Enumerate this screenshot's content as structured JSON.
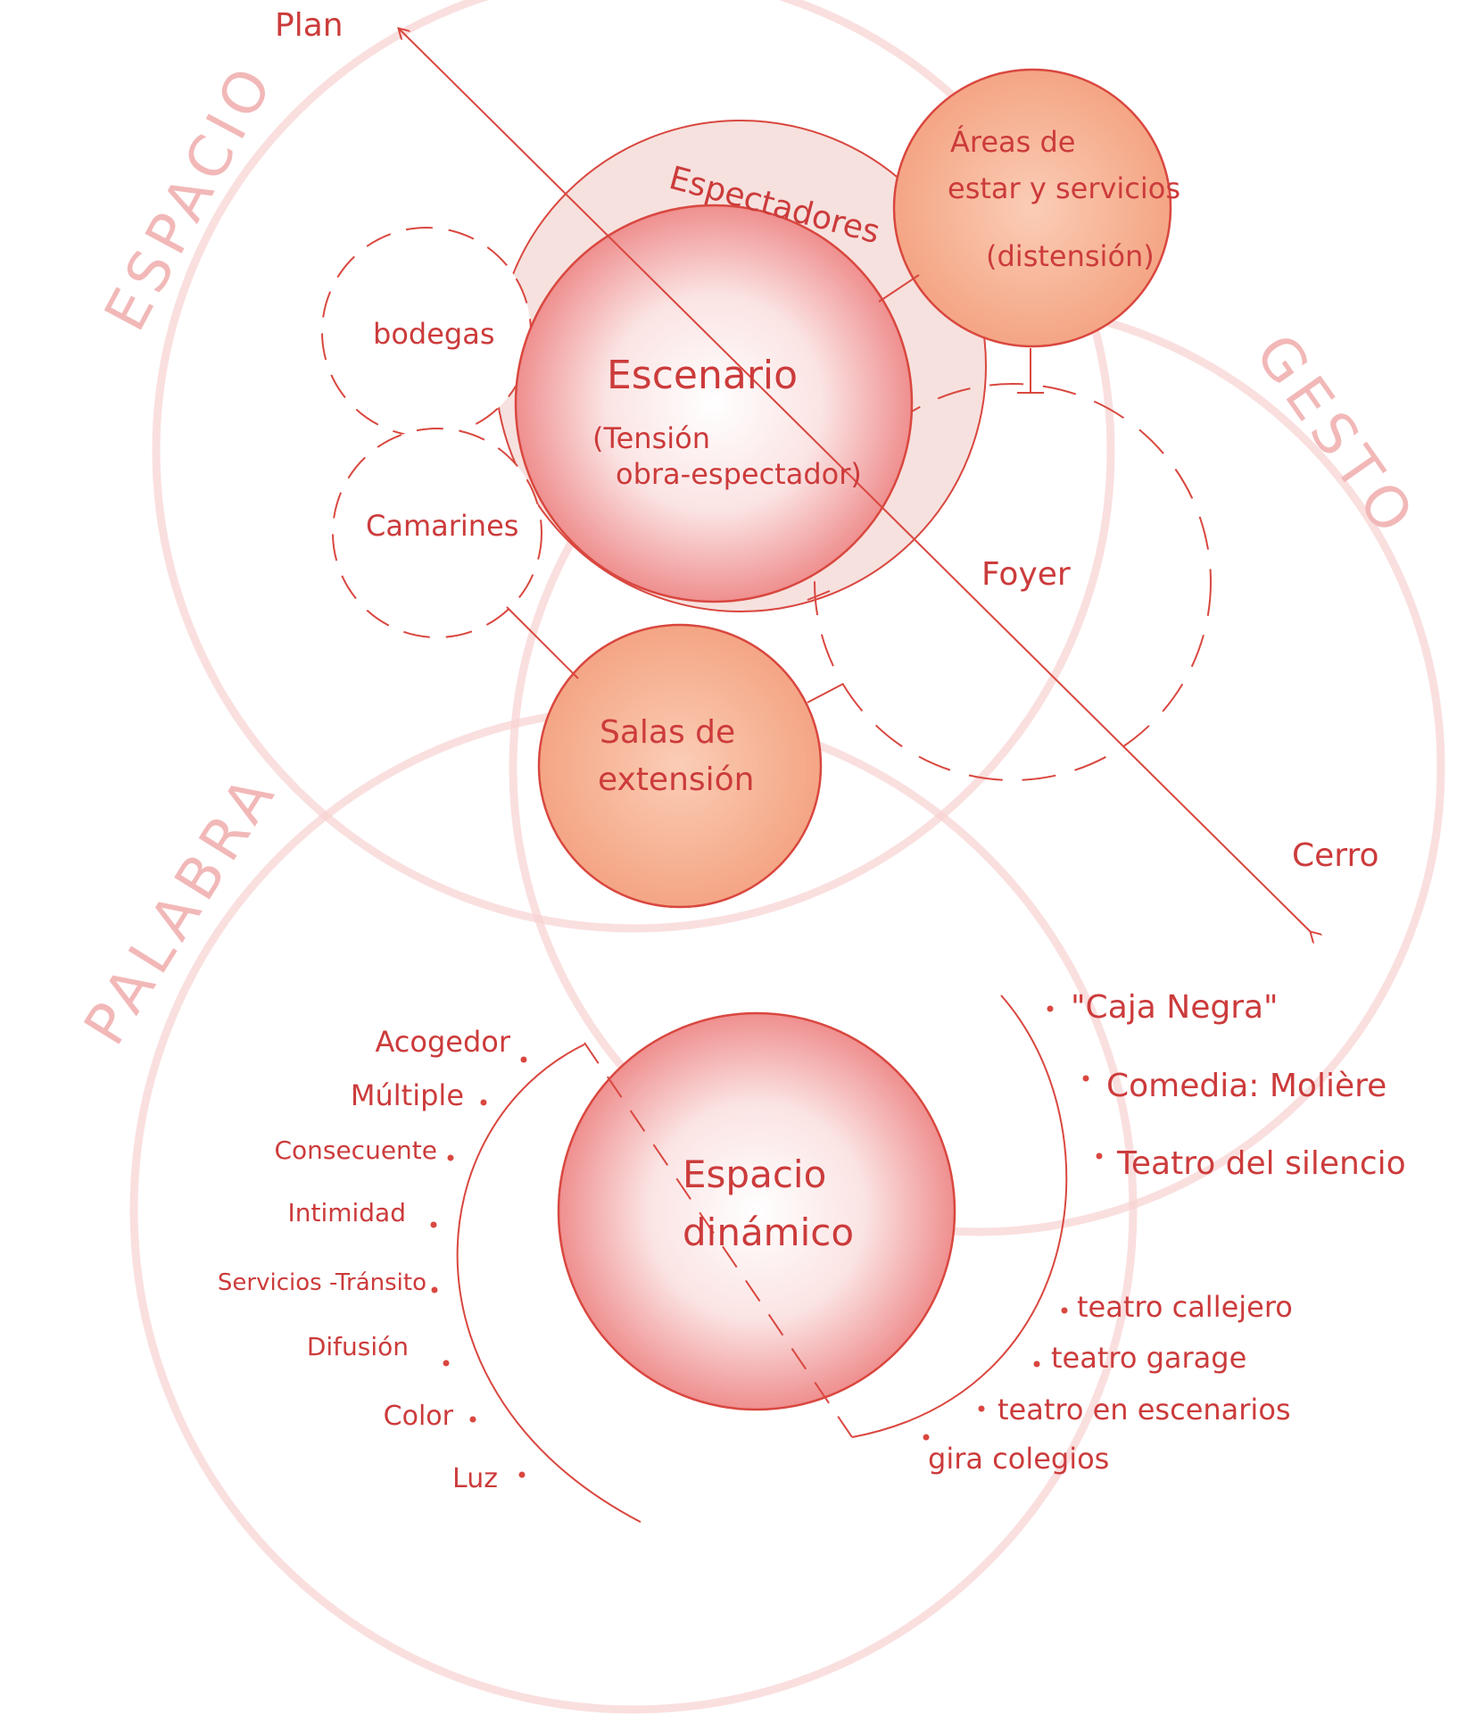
{
  "colors": {
    "line": "#d9473f",
    "faint": "#f6c9c9",
    "fill_orange": "#f6b59a",
    "fill_center": "#fbe3e3",
    "fill_edge": "#ef8f8f",
    "big_text": "#f2b8b8"
  },
  "labels": {
    "espacio": "ESPACIO",
    "gesto": "GESTO",
    "palabra": "PALABRA",
    "plan": "Plan",
    "cerro": "Cerro",
    "espectadores": "Espectadores",
    "areas_l1": "Áreas de",
    "areas_l2": "estar y servicios",
    "areas_l3": "(distensión)",
    "bodegas": "bodegas",
    "escenario": "Escenario",
    "tension_l1": "(Tensión",
    "tension_l2": "obra-espectador)",
    "camarines": "Camarines",
    "foyer": "Foyer",
    "salas_l1": "Salas de",
    "salas_l2": "extensión",
    "espacio_din_l1": "Espacio",
    "espacio_din_l2": "dinámico"
  },
  "left_list": [
    "Acogedor",
    "Múltiple",
    "Consecuente",
    "Intimidad",
    "Servicios -Tránsito",
    "Difusión",
    "Color",
    "Luz"
  ],
  "right_top_list": [
    "\"Caja Negra\"",
    "Comedia: Molière",
    "Teatro del silencio"
  ],
  "right_bottom_list": [
    "teatro callejero",
    "teatro garage",
    "teatro en escenarios",
    "gira colegios"
  ]
}
